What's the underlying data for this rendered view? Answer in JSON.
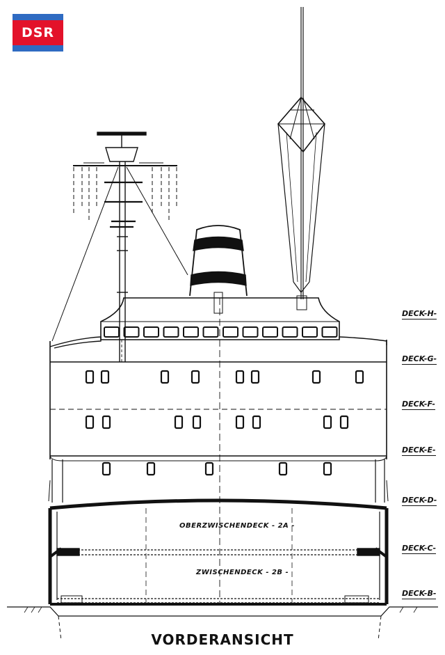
{
  "logo": {
    "text": "DSR",
    "colors": {
      "outer": "#2f6bc2",
      "inner": "#e3122a",
      "text": "#ffffff"
    }
  },
  "title": "VORDERANSICHT",
  "decks": [
    {
      "label": "DECK-H-"
    },
    {
      "label": "DECK-G-"
    },
    {
      "label": "DECK-F-"
    },
    {
      "label": "DECK-E-"
    },
    {
      "label": "DECK-D-"
    },
    {
      "label": "DECK-C-"
    },
    {
      "label": "DECK-B-"
    }
  ],
  "holds": [
    {
      "label": "OBERZWISCHENDECK - 2A -"
    },
    {
      "label": "ZWISCHENDECK - 2B -"
    }
  ]
}
